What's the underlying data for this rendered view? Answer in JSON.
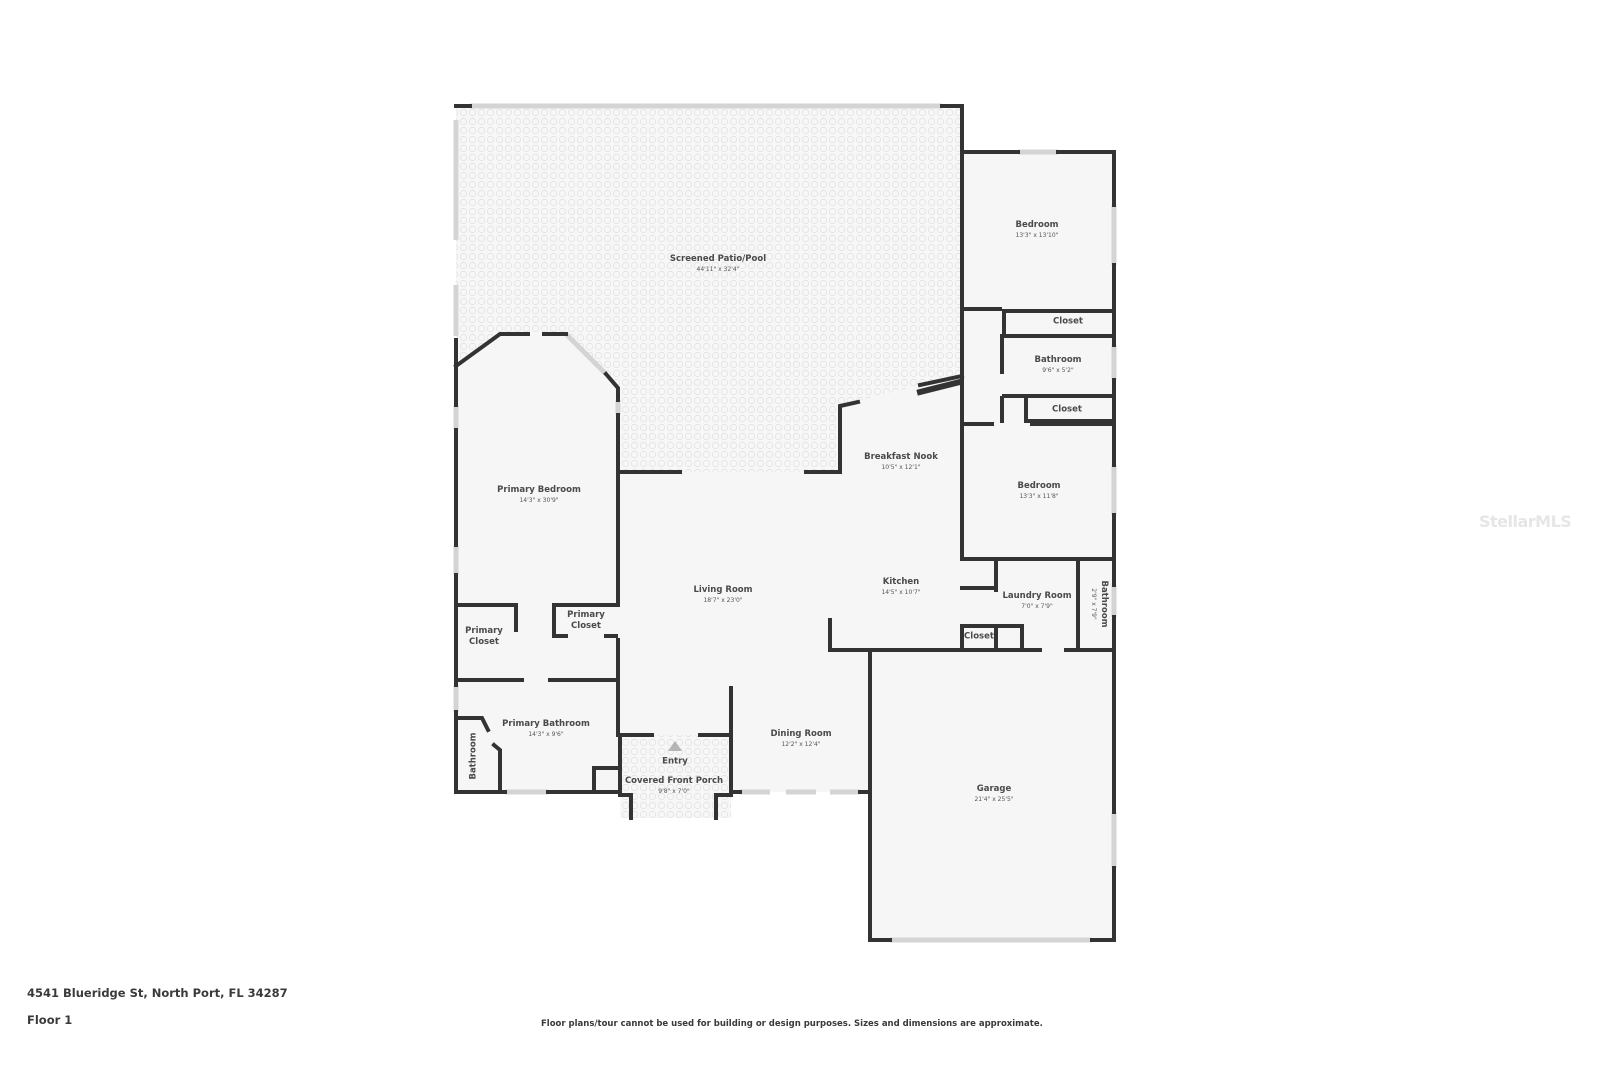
{
  "footer": {
    "address": "4541 Blueridge St, North Port, FL 34287",
    "floor": "Floor 1",
    "disclaimer": "Floor plans/tour cannot be used for building or design purposes. Sizes and dimensions are approximate."
  },
  "watermark": "StellarMLS",
  "colors": {
    "wall": "#333333",
    "floor": "#f6f6f6",
    "patio_pattern": "#e9e9e9",
    "window": "#dcdcdc",
    "text": "#4a4a4a"
  },
  "rooms": {
    "patio": {
      "name": "Screened Patio/Pool",
      "dims": "44'11\" x 32'4\""
    },
    "bedroom_top": {
      "name": "Bedroom",
      "dims": "13'3\" x 13'10\""
    },
    "closet_top": {
      "name": "Closet"
    },
    "bathroom_east": {
      "name": "Bathroom",
      "dims": "9'6\" x 5'2\""
    },
    "closet_mid": {
      "name": "Closet"
    },
    "breakfast_nook": {
      "name": "Breakfast Nook",
      "dims": "10'5\" x 12'1\""
    },
    "bedroom_mid": {
      "name": "Bedroom",
      "dims": "13'3\" x 11'8\""
    },
    "primary_bedroom": {
      "name": "Primary Bedroom",
      "dims": "14'3\" x 30'9\""
    },
    "living_room": {
      "name": "Living Room",
      "dims": "18'7\" x 23'0\""
    },
    "kitchen": {
      "name": "Kitchen",
      "dims": "14'5\" x 10'7\""
    },
    "laundry_room": {
      "name": "Laundry Room",
      "dims": "7'0\" x 7'9\""
    },
    "bathroom_small": {
      "name": "Bathroom",
      "dims": "2'9\" x 7'9\""
    },
    "closet_kitchen": {
      "name": "Closet"
    },
    "primary_closet_left": {
      "name": "Primary Closet"
    },
    "primary_closet_right": {
      "name": "Primary Closet"
    },
    "primary_bathroom": {
      "name": "Primary Bathroom",
      "dims": "14'3\" x 9'6\""
    },
    "bathroom_wc": {
      "name": "Bathroom"
    },
    "entry": {
      "name": "Entry"
    },
    "covered_porch": {
      "name": "Covered Front Porch",
      "dims": "9'8\" x 7'0\""
    },
    "dining_room": {
      "name": "Dining Room",
      "dims": "12'2\" x 12'4\""
    },
    "garage": {
      "name": "Garage",
      "dims": "21'4\" x 25'5\""
    }
  }
}
